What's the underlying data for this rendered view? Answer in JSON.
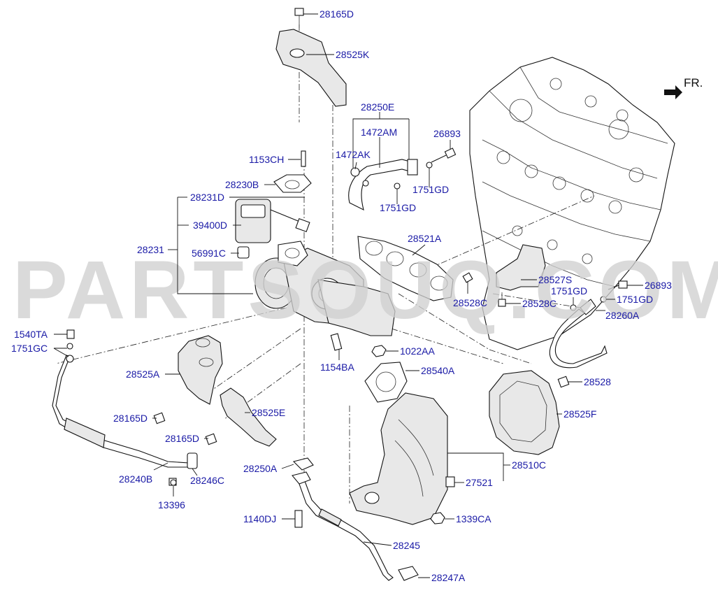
{
  "diagram": {
    "orientation_label": "FR.",
    "watermark": "PARTSOUQ.COM",
    "callouts": [
      {
        "id": "c1",
        "text": "28165D"
      },
      {
        "id": "c2",
        "text": "28525K"
      },
      {
        "id": "c3",
        "text": "28250E"
      },
      {
        "id": "c4",
        "text": "1472AM"
      },
      {
        "id": "c5",
        "text": "26893"
      },
      {
        "id": "c6",
        "text": "1472AK"
      },
      {
        "id": "c7",
        "text": "1153CH"
      },
      {
        "id": "c8",
        "text": "28230B"
      },
      {
        "id": "c9",
        "text": "1751GD"
      },
      {
        "id": "c10",
        "text": "1751GD"
      },
      {
        "id": "c11",
        "text": "28231D"
      },
      {
        "id": "c12",
        "text": "39400D"
      },
      {
        "id": "c13",
        "text": "28521A"
      },
      {
        "id": "c14",
        "text": "28231"
      },
      {
        "id": "c15",
        "text": "56991C"
      },
      {
        "id": "c16",
        "text": "28527S"
      },
      {
        "id": "c17",
        "text": "26893"
      },
      {
        "id": "c18",
        "text": "1751GD"
      },
      {
        "id": "c19",
        "text": "1751GD"
      },
      {
        "id": "c20",
        "text": "28528C"
      },
      {
        "id": "c21",
        "text": "28528C"
      },
      {
        "id": "c22",
        "text": "28260A"
      },
      {
        "id": "c23",
        "text": "1540TA"
      },
      {
        "id": "c24",
        "text": "1751GC"
      },
      {
        "id": "c25",
        "text": "1022AA"
      },
      {
        "id": "c26",
        "text": "1154BA"
      },
      {
        "id": "c27",
        "text": "28540A"
      },
      {
        "id": "c28",
        "text": "28525A"
      },
      {
        "id": "c29",
        "text": "28528"
      },
      {
        "id": "c30",
        "text": "28525E"
      },
      {
        "id": "c31",
        "text": "28525F"
      },
      {
        "id": "c32",
        "text": "28165D"
      },
      {
        "id": "c33",
        "text": "28165D"
      },
      {
        "id": "c34",
        "text": "28510C"
      },
      {
        "id": "c35",
        "text": "28250A"
      },
      {
        "id": "c36",
        "text": "28240B"
      },
      {
        "id": "c37",
        "text": "28246C"
      },
      {
        "id": "c38",
        "text": "27521"
      },
      {
        "id": "c39",
        "text": "13396"
      },
      {
        "id": "c40",
        "text": "1140DJ"
      },
      {
        "id": "c41",
        "text": "1339CA"
      },
      {
        "id": "c42",
        "text": "28245"
      },
      {
        "id": "c43",
        "text": "28247A"
      }
    ]
  }
}
